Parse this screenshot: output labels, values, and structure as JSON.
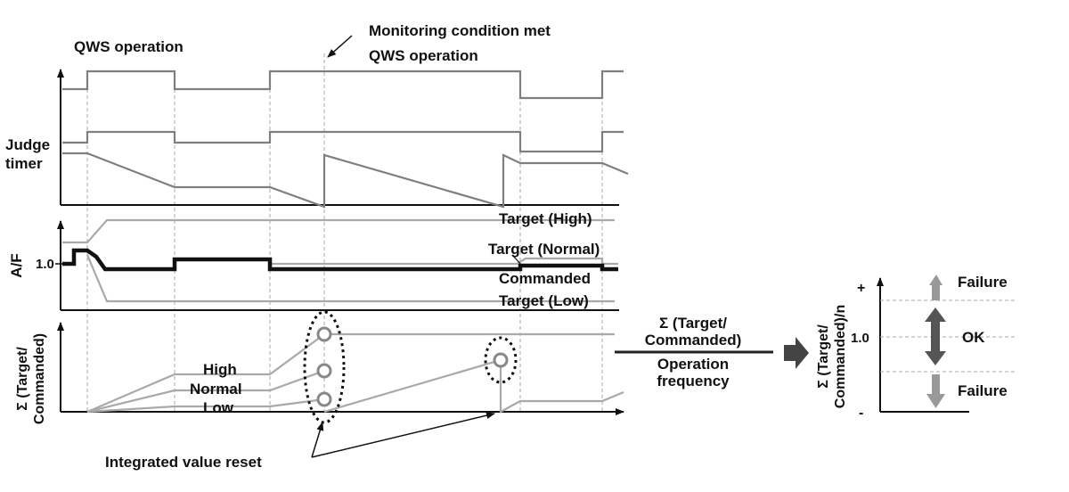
{
  "labels": {
    "monitoring": "Monitoring condition met",
    "qws_top": "QWS operation",
    "qws_mid": "QWS operation",
    "judge_timer_1": "Judge",
    "judge_timer_2": "timer",
    "af_axis": "A/F",
    "af_tick": "1.0",
    "target_high": "Target (High)",
    "target_normal": "Target (Normal)",
    "commanded": "Commanded",
    "target_low": "Target (Low)",
    "sigma_axis_1": "Σ (Target/",
    "sigma_axis_2": "Commanded)",
    "high": "High",
    "normal": "Normal",
    "low": "Low",
    "integrated_reset": "Integrated value reset",
    "formula_num_1": "Σ  (Target/",
    "formula_num_2": "Commanded)",
    "formula_den_1": "Operation",
    "formula_den_2": "frequency",
    "judge_plus": "+",
    "judge_minus": "-",
    "judge_tick": "1.0",
    "judge_axis_1": "Σ (Target/",
    "judge_axis_2": "Commanded)/n",
    "failure_top": "Failure",
    "ok": "OK",
    "failure_bottom": "Failure"
  }
}
